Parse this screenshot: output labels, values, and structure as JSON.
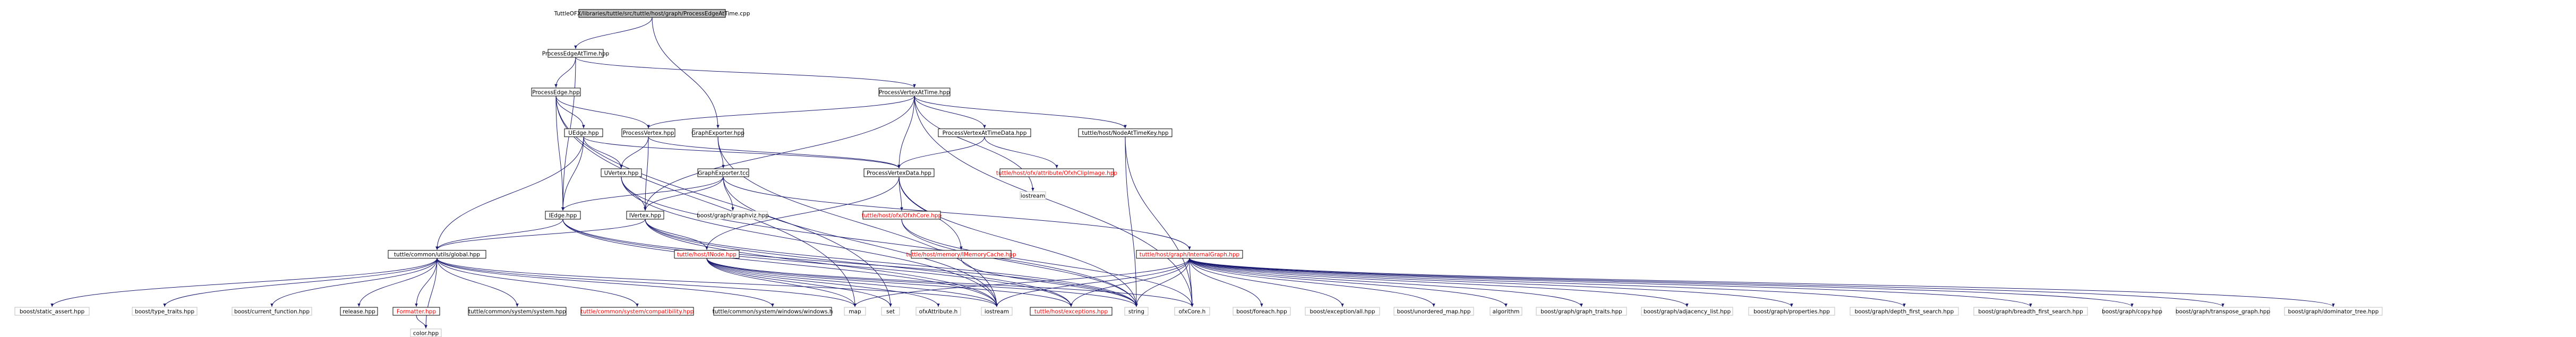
{
  "graph": {
    "edge_color": "#191970",
    "root_fill": "#bfbfbf",
    "nodes": [
      {
        "id": "root",
        "label": "TuttleOFX/libraries/tuttle/src/tuttle/host/graph/ProcessEdgeAtTime.cpp",
        "kind": "root"
      },
      {
        "id": "peat_hpp",
        "label": "ProcessEdgeAtTime.hpp",
        "kind": "normal"
      },
      {
        "id": "pe_hpp",
        "label": "ProcessEdge.hpp",
        "kind": "normal"
      },
      {
        "id": "pvat_hpp",
        "label": "ProcessVertexAtTime.hpp",
        "kind": "normal"
      },
      {
        "id": "ge_hpp",
        "label": "GraphExporter.hpp",
        "kind": "normal"
      },
      {
        "id": "uedge_hpp",
        "label": "UEdge.hpp",
        "kind": "normal"
      },
      {
        "id": "pv_hpp",
        "label": "ProcessVertex.hpp",
        "kind": "normal"
      },
      {
        "id": "pvatd_hpp",
        "label": "ProcessVertexAtTimeData.hpp",
        "kind": "normal"
      },
      {
        "id": "nakey_hpp",
        "label": "tuttle/host/NodeAtTimeKey.hpp",
        "kind": "normal"
      },
      {
        "id": "uvertex_hpp",
        "label": "UVertex.hpp",
        "kind": "normal"
      },
      {
        "id": "ge_tcc",
        "label": "GraphExporter.tcc",
        "kind": "normal"
      },
      {
        "id": "pvd_hpp",
        "label": "ProcessVertexData.hpp",
        "kind": "normal"
      },
      {
        "id": "clipimage",
        "label": "tuttle/host/ofx/attribute/OfxhClipImage.hpp",
        "kind": "red"
      },
      {
        "id": "iedge_hpp",
        "label": "IEdge.hpp",
        "kind": "normal"
      },
      {
        "id": "ivertex_hpp",
        "label": "IVertex.hpp",
        "kind": "normal"
      },
      {
        "id": "graphviz",
        "label": "boost/graph/graphviz.hpp",
        "kind": "dim"
      },
      {
        "id": "ofxhcore",
        "label": "tuttle/host/ofx/OfxhCore.hpp",
        "kind": "red"
      },
      {
        "id": "global_hpp",
        "label": "tuttle/common/utils/global.hpp",
        "kind": "normal"
      },
      {
        "id": "inode_hpp",
        "label": "tuttle/host/INode.hpp",
        "kind": "red"
      },
      {
        "id": "memcache",
        "label": "tuttle/host/memory/IMemoryCache.hpp",
        "kind": "red"
      },
      {
        "id": "internalgraph",
        "label": "tuttle/host/graph/InternalGraph.hpp",
        "kind": "red"
      },
      {
        "id": "istream_top",
        "label": "iostream",
        "kind": "dim"
      },
      {
        "id": "static_asset",
        "label": "boost/static_assert.hpp",
        "kind": "dim"
      },
      {
        "id": "type_traits",
        "label": "boost/type_traits.hpp",
        "kind": "dim"
      },
      {
        "id": "current_function",
        "label": "boost/current_function.hpp",
        "kind": "dim"
      },
      {
        "id": "release_hpp",
        "label": "release.hpp",
        "kind": "normal"
      },
      {
        "id": "formatter_hpp",
        "label": "Formatter.hpp",
        "kind": "red"
      },
      {
        "id": "color_hpp",
        "label": "color.hpp",
        "kind": "dim"
      },
      {
        "id": "system_hpp",
        "label": "tuttle/common/system/system.hpp",
        "kind": "normal"
      },
      {
        "id": "compat_hpp",
        "label": "tuttle/common/system/compatibility.hpp",
        "kind": "red"
      },
      {
        "id": "windows_h",
        "label": "tuttle/common/system/windows/windows.h",
        "kind": "normal"
      },
      {
        "id": "map",
        "label": "map",
        "kind": "dim"
      },
      {
        "id": "set",
        "label": "set",
        "kind": "dim"
      },
      {
        "id": "ofxattribute",
        "label": "ofxAttribute.h",
        "kind": "dim"
      },
      {
        "id": "iostream",
        "label": "iostream",
        "kind": "dim"
      },
      {
        "id": "exceptions",
        "label": "tuttle/host/exceptions.hpp",
        "kind": "red"
      },
      {
        "id": "string",
        "label": "string",
        "kind": "dim"
      },
      {
        "id": "ofxcore",
        "label": "ofxCore.h",
        "kind": "dim"
      },
      {
        "id": "foreach",
        "label": "boost/foreach.hpp",
        "kind": "dim"
      },
      {
        "id": "exception_all",
        "label": "boost/exception/all.hpp",
        "kind": "dim"
      },
      {
        "id": "unordered_map",
        "label": "boost/unordered_map.hpp",
        "kind": "dim"
      },
      {
        "id": "algorithm",
        "label": "algorithm",
        "kind": "dim"
      },
      {
        "id": "graph_traits",
        "label": "boost/graph/graph_traits.hpp",
        "kind": "dim"
      },
      {
        "id": "adjacency_list",
        "label": "boost/graph/adjacency_list.hpp",
        "kind": "dim"
      },
      {
        "id": "properties",
        "label": "boost/graph/properties.hpp",
        "kind": "dim"
      },
      {
        "id": "dfs",
        "label": "boost/graph/depth_first_search.hpp",
        "kind": "dim"
      },
      {
        "id": "bfs",
        "label": "boost/graph/breadth_first_search.hpp",
        "kind": "dim"
      },
      {
        "id": "copy",
        "label": "boost/graph/copy.hpp",
        "kind": "dim"
      },
      {
        "id": "transpose",
        "label": "boost/graph/transpose_graph.hpp",
        "kind": "dim"
      },
      {
        "id": "dominator",
        "label": "boost/graph/dominator_tree.hpp",
        "kind": "dim"
      }
    ],
    "edges": [
      [
        "root",
        "peat_hpp"
      ],
      [
        "root",
        "ge_hpp"
      ],
      [
        "peat_hpp",
        "pe_hpp"
      ],
      [
        "peat_hpp",
        "pvat_hpp"
      ],
      [
        "peat_hpp",
        "iedge_hpp"
      ],
      [
        "pe_hpp",
        "uedge_hpp"
      ],
      [
        "pe_hpp",
        "pv_hpp"
      ],
      [
        "pe_hpp",
        "iedge_hpp"
      ],
      [
        "pe_hpp",
        "map"
      ],
      [
        "pe_hpp",
        "set"
      ],
      [
        "pvat_hpp",
        "pv_hpp"
      ],
      [
        "pvat_hpp",
        "pvatd_hpp"
      ],
      [
        "pvat_hpp",
        "nakey_hpp"
      ],
      [
        "pvat_hpp",
        "istream_top"
      ],
      [
        "pvat_hpp",
        "ivertex_hpp"
      ],
      [
        "pvat_hpp",
        "pvd_hpp"
      ],
      [
        "pvat_hpp",
        "ofxcore"
      ],
      [
        "ge_hpp",
        "ge_tcc"
      ],
      [
        "ge_hpp",
        "iostream"
      ],
      [
        "uedge_hpp",
        "uvertex_hpp"
      ],
      [
        "uedge_hpp",
        "iedge_hpp"
      ],
      [
        "uedge_hpp",
        "global_hpp"
      ],
      [
        "uedge_hpp",
        "pvd_hpp"
      ],
      [
        "pv_hpp",
        "uvertex_hpp"
      ],
      [
        "pv_hpp",
        "ivertex_hpp"
      ],
      [
        "pv_hpp",
        "pvd_hpp"
      ],
      [
        "pvatd_hpp",
        "pvd_hpp"
      ],
      [
        "pvatd_hpp",
        "clipimage"
      ],
      [
        "nakey_hpp",
        "ofxcore"
      ],
      [
        "nakey_hpp",
        "string"
      ],
      [
        "uvertex_hpp",
        "ivertex_hpp"
      ],
      [
        "uvertex_hpp",
        "iostream"
      ],
      [
        "uvertex_hpp",
        "string"
      ],
      [
        "ge_tcc",
        "graphviz"
      ],
      [
        "ge_tcc",
        "iedge_hpp"
      ],
      [
        "ge_tcc",
        "ivertex_hpp"
      ],
      [
        "ge_tcc",
        "internalgraph"
      ],
      [
        "ge_tcc",
        "iostream"
      ],
      [
        "pvd_hpp",
        "ofxhcore"
      ],
      [
        "pvd_hpp",
        "memcache"
      ],
      [
        "pvd_hpp",
        "inode_hpp"
      ],
      [
        "pvd_hpp",
        "string"
      ],
      [
        "iedge_hpp",
        "global_hpp"
      ],
      [
        "iedge_hpp",
        "exceptions"
      ],
      [
        "iedge_hpp",
        "iostream"
      ],
      [
        "iedge_hpp",
        "string"
      ],
      [
        "ivertex_hpp",
        "inode_hpp"
      ],
      [
        "ivertex_hpp",
        "global_hpp"
      ],
      [
        "ivertex_hpp",
        "exceptions"
      ],
      [
        "ivertex_hpp",
        "iostream"
      ],
      [
        "ivertex_hpp",
        "string"
      ],
      [
        "ofxhcore",
        "ofxcore"
      ],
      [
        "ofxhcore",
        "string"
      ],
      [
        "global_hpp",
        "static_asset"
      ],
      [
        "global_hpp",
        "type_traits"
      ],
      [
        "global_hpp",
        "current_function"
      ],
      [
        "global_hpp",
        "release_hpp"
      ],
      [
        "global_hpp",
        "formatter_hpp"
      ],
      [
        "global_hpp",
        "system_hpp"
      ],
      [
        "global_hpp",
        "compat_hpp"
      ],
      [
        "global_hpp",
        "windows_h"
      ],
      [
        "global_hpp",
        "map"
      ],
      [
        "global_hpp",
        "iostream"
      ],
      [
        "global_hpp",
        "color_hpp"
      ],
      [
        "formatter_hpp",
        "color_hpp"
      ],
      [
        "inode_hpp",
        "map"
      ],
      [
        "inode_hpp",
        "set"
      ],
      [
        "inode_hpp",
        "ofxattribute"
      ],
      [
        "inode_hpp",
        "iostream"
      ],
      [
        "inode_hpp",
        "exceptions"
      ],
      [
        "inode_hpp",
        "string"
      ],
      [
        "inode_hpp",
        "ofxcore"
      ],
      [
        "memcache",
        "string"
      ],
      [
        "internalgraph",
        "exceptions"
      ],
      [
        "internalgraph",
        "string"
      ],
      [
        "internalgraph",
        "ofxcore"
      ],
      [
        "internalgraph",
        "foreach"
      ],
      [
        "internalgraph",
        "exception_all"
      ],
      [
        "internalgraph",
        "unordered_map"
      ],
      [
        "internalgraph",
        "algorithm"
      ],
      [
        "internalgraph",
        "graph_traits"
      ],
      [
        "internalgraph",
        "adjacency_list"
      ],
      [
        "internalgraph",
        "properties"
      ],
      [
        "internalgraph",
        "dfs"
      ],
      [
        "internalgraph",
        "bfs"
      ],
      [
        "internalgraph",
        "copy"
      ],
      [
        "internalgraph",
        "transpose"
      ],
      [
        "internalgraph",
        "dominator"
      ],
      [
        "internalgraph",
        "iostream"
      ],
      [
        "internalgraph",
        "map"
      ]
    ]
  }
}
